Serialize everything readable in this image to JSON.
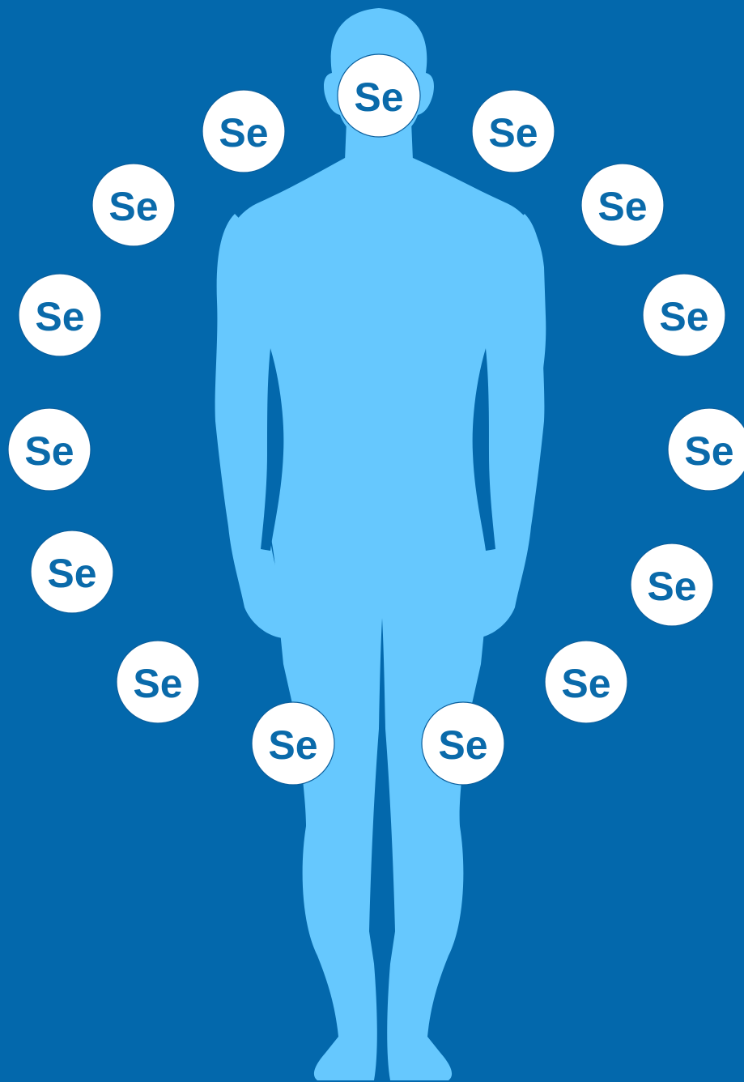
{
  "colors": {
    "background": "#0368ac",
    "body_silhouette": "#66c8fe",
    "badge_fill": "#ffffff",
    "badge_text": "#0a6aaa"
  },
  "icons": {
    "figure": "human-body-silhouette-icon",
    "badge": "selenium-element-badge"
  },
  "badges": [
    {
      "label": "Se",
      "location": "head"
    },
    {
      "label": "Se",
      "location": "orbit-left-1"
    },
    {
      "label": "Se",
      "location": "orbit-right-1"
    },
    {
      "label": "Se",
      "location": "orbit-left-2"
    },
    {
      "label": "Se",
      "location": "orbit-right-2"
    },
    {
      "label": "Se",
      "location": "orbit-left-3"
    },
    {
      "label": "Se",
      "location": "orbit-right-3"
    },
    {
      "label": "Se",
      "location": "orbit-left-4"
    },
    {
      "label": "Se",
      "location": "orbit-right-4"
    },
    {
      "label": "Se",
      "location": "orbit-left-5"
    },
    {
      "label": "Se",
      "location": "orbit-right-5"
    },
    {
      "label": "Se",
      "location": "orbit-left-6"
    },
    {
      "label": "Se",
      "location": "orbit-right-6"
    },
    {
      "label": "Se",
      "location": "left-knee"
    },
    {
      "label": "Se",
      "location": "right-knee"
    }
  ]
}
